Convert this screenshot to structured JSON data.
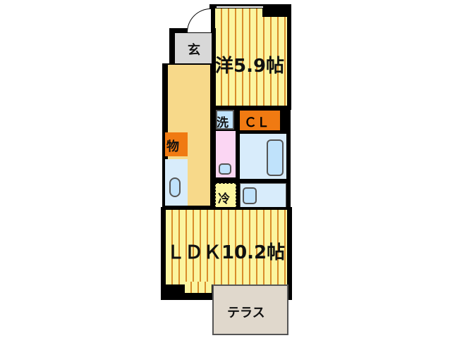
{
  "floorplan": {
    "rooms": [
      {
        "id": "western-room",
        "label": "洋5.9帖"
      },
      {
        "id": "genkan",
        "label": "玄"
      },
      {
        "id": "closet",
        "label": "ＣＬ"
      },
      {
        "id": "washroom",
        "label": "洗"
      },
      {
        "id": "storage",
        "label": "物"
      },
      {
        "id": "fridge",
        "label": "冷"
      },
      {
        "id": "ldk",
        "label": "ＬＤＫ10.2帖"
      },
      {
        "id": "terrace",
        "label": "テラス"
      }
    ],
    "colors": {
      "room_floor": "#fbf5a0",
      "floor_stripe": "#d98c2a",
      "hallway": "#f7d98a",
      "genkan": "#d8d8d8",
      "storage_closet": "#f07a12",
      "washroom": "#fbd6f3",
      "bath": "#d8ecfb",
      "terrace": "#e0d8cc",
      "wall": "#000000"
    }
  }
}
